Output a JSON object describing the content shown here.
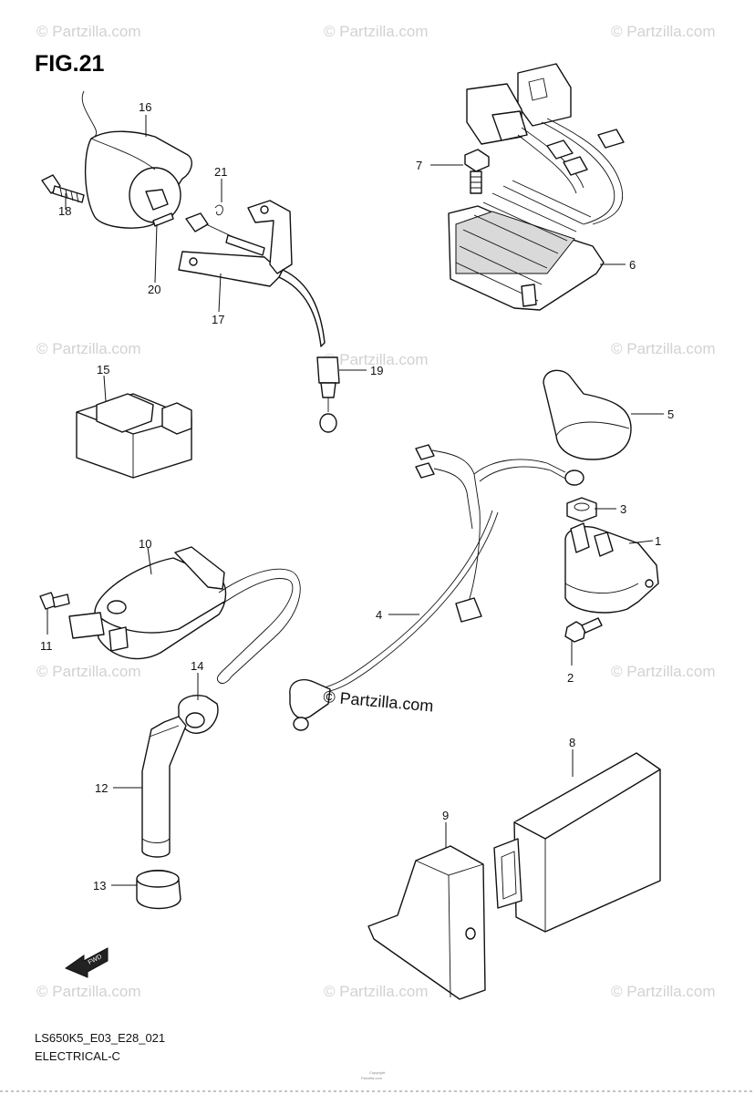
{
  "figure": {
    "title": "FIG.21",
    "model_code": "LS650K5_E03_E28_021",
    "section": "ELECTRICAL-C"
  },
  "watermark": {
    "text": "© Partzilla.com",
    "center_brand": "© Partzilla.com"
  },
  "callouts": [
    "1",
    "2",
    "3",
    "4",
    "5",
    "6",
    "7",
    "8",
    "9",
    "10",
    "11",
    "12",
    "13",
    "14",
    "15",
    "16",
    "17",
    "18",
    "19",
    "20",
    "21"
  ],
  "arrow_label": "FWD",
  "fine_print": [
    "Copyright",
    "Partzilla.com"
  ],
  "icons": [
    "forward-arrow-icon"
  ]
}
